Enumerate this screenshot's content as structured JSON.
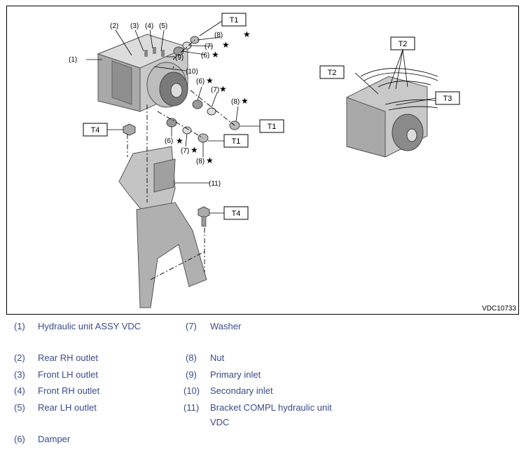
{
  "figure": {
    "code": "VDC10733",
    "callouts": [
      "(1)",
      "(2)",
      "(3)",
      "(4)",
      "(5)",
      "(6)",
      "(7)",
      "(8)",
      "(9)",
      "(10)",
      "(11)"
    ],
    "torques": [
      "T1",
      "T2",
      "T3",
      "T4"
    ],
    "star": "★"
  },
  "legend": [
    {
      "num": "(1)",
      "text": "Hydraulic unit ASSY VDC"
    },
    {
      "num": "(2)",
      "text": "Rear RH outlet"
    },
    {
      "num": "(3)",
      "text": "Front LH outlet"
    },
    {
      "num": "(4)",
      "text": "Front RH outlet"
    },
    {
      "num": "(5)",
      "text": "Rear LH outlet"
    },
    {
      "num": "(6)",
      "text": "Damper"
    },
    {
      "num": "(7)",
      "text": "Washer"
    },
    {
      "num": "(8)",
      "text": "Nut"
    },
    {
      "num": "(9)",
      "text": "Primary inlet"
    },
    {
      "num": "(10)",
      "text": "Secondary inlet"
    },
    {
      "num": "(11)",
      "text": "Bracket COMPL hydraulic unit"
    },
    {
      "num": "",
      "text": "VDC"
    }
  ]
}
